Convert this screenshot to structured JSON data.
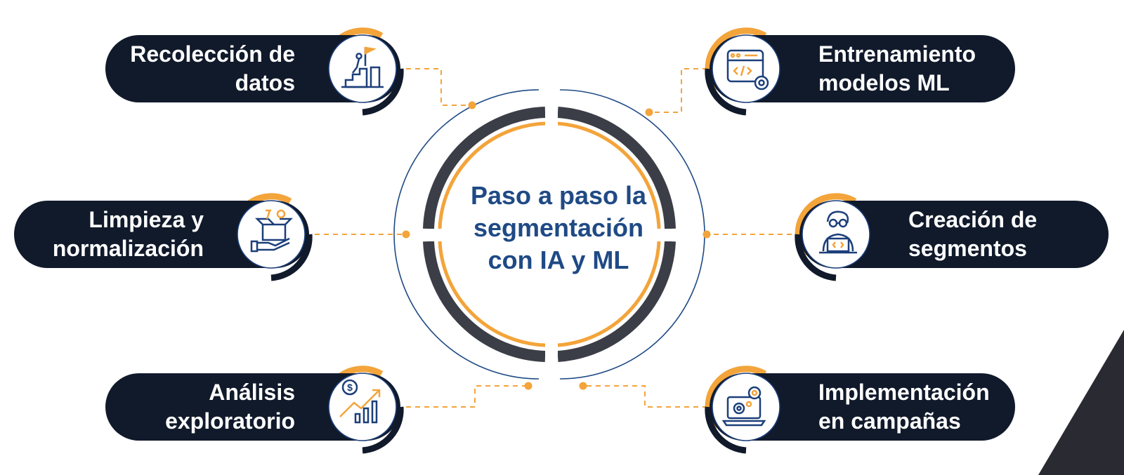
{
  "center": {
    "line1": "Paso a paso la",
    "line2": "segmentación",
    "line3": "con IA y ML"
  },
  "steps": [
    {
      "side": "left",
      "line1": "Recolección de",
      "line2": "datos",
      "icon": "climbing-stairs-flag-icon"
    },
    {
      "side": "left",
      "line1": "Limpieza y",
      "line2": "normalización",
      "icon": "toolbox-hand-icon"
    },
    {
      "side": "left",
      "line1": "Análisis",
      "line2": "exploratorio",
      "icon": "growth-chart-dollar-icon"
    },
    {
      "side": "right",
      "line1": "Entrenamiento",
      "line2": "modelos ML",
      "icon": "code-window-gear-icon"
    },
    {
      "side": "right",
      "line1": "Creación de",
      "line2": "segmentos",
      "icon": "developer-laptop-icon"
    },
    {
      "side": "right",
      "line1": "Implementación",
      "line2": "en campañas",
      "icon": "laptop-gears-icon"
    }
  ],
  "colors": {
    "pill": "#111a2b",
    "accent_orange": "#f3a43a",
    "title_blue": "#1f4a85",
    "icon_blue": "#1c3f7a",
    "ring_dark": "#3b3e47"
  }
}
